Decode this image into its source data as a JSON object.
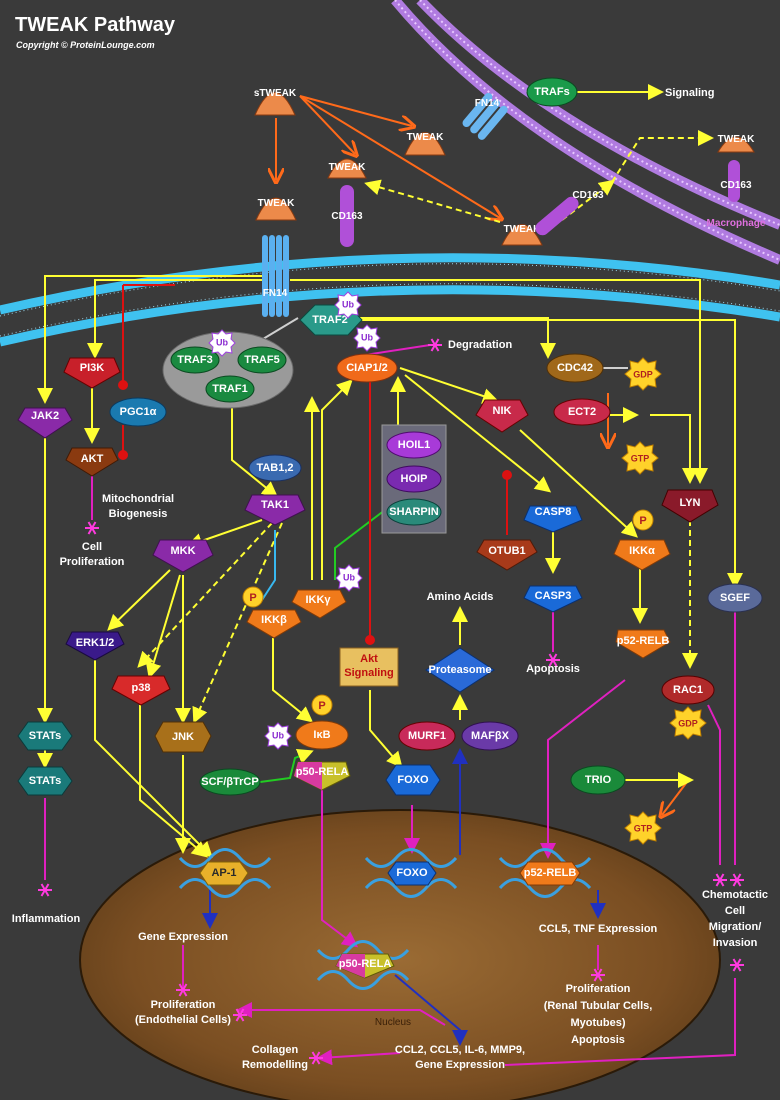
{
  "header": {
    "title": "TWEAK Pathway",
    "copyright": "Copyright © ProteinLounge.com"
  },
  "nodes": {
    "stweak": "sTWEAK",
    "tweak": "TWEAK",
    "fn14": "FN14",
    "trafs": "TRAFs",
    "cd163": "CD163",
    "macrophage": "Macrophage",
    "traf2": "TRAF2",
    "traf3": "TRAF3",
    "traf5": "TRAF5",
    "traf1": "TRAF1",
    "pi3k": "PI3K",
    "pgc1a": "PGC1α",
    "jak2": "JAK2",
    "akt": "AKT",
    "ciap": "CIAP1/2",
    "cdc42": "CDC42",
    "gdp": "GDP",
    "gtp": "GTP",
    "ect2": "ECT2",
    "nik": "NIK",
    "hoil1": "HOIL1",
    "hoip": "HOIP",
    "sharpin": "SHARPIN",
    "tab12": "TAB1,2",
    "tak1": "TAK1",
    "mkk": "MKK",
    "lyn": "LYN",
    "casp8": "CASP8",
    "otub1": "OTUB1",
    "ikka": "IKKα",
    "ikkg": "IKKγ",
    "ikkb": "IKKβ",
    "erk": "ERK1/2",
    "p38": "p38",
    "casp3": "CASP3",
    "sgef": "SGEF",
    "akt_signaling": "Akt Signaling",
    "p52relb": "p52-RELB",
    "proteasome": "Proteasome",
    "rac1": "RAC1",
    "stats": "STATs",
    "jnk": "JNK",
    "ikb": "IκB",
    "murf1": "MURF1",
    "mafbx": "MAFβX",
    "scf": "SCF/βTrCP",
    "p50rela": "p50-RELA",
    "foxo": "FOXO",
    "trio": "TRIO",
    "ap1": "AP-1",
    "ub": "Ub",
    "p": "P"
  },
  "labels": {
    "signaling": "Signaling",
    "degradation": "Degradation",
    "mito": "Mitochondrial Biogenesis",
    "cellprolif": "Cell Proliferation",
    "amino": "Amino Acids",
    "apoptosis": "Apoptosis",
    "inflammation": "Inflammation",
    "gene_expr": "Gene Expression",
    "prolif_endo": "Proliferation (Endothelial Cells)",
    "nucleus": "Nucleus",
    "collagen": "Collagen Remodelling",
    "ccl_gene": "CCL2, CCL5, IL-6, MMP9, Gene Expression",
    "ccl5_tnf": "CCL5, TNF Expression",
    "prolif_renal": "Proliferation (Renal Tubular Cells, Myotubes) Apoptosis",
    "chemotactic": "Chemotactic Cell Migration/ Invasion"
  },
  "colors": {
    "background": "#3a3a3a",
    "arrow_yellow": "#ffff33",
    "arrow_orange": "#ff6a1a",
    "arrow_magenta": "#e020c0",
    "arrow_blue": "#1a1aa0",
    "inhibit_red": "#dd1111",
    "membrane": "#3fc2f0",
    "nucleus": "#8a5a2a"
  }
}
